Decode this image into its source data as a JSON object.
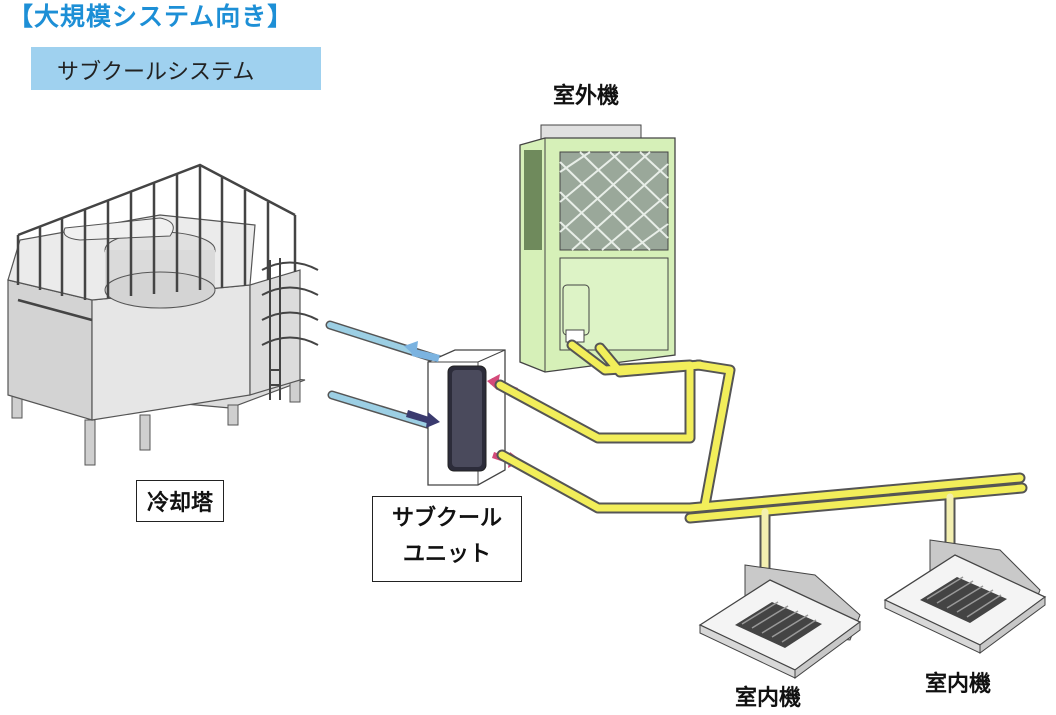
{
  "heading": "【大規模システム向き】",
  "system_name": "サブクールシステム",
  "labels": {
    "outdoor_unit": "室外機",
    "cooling_tower": "冷却塔",
    "subcool_unit_line1": "サブクール",
    "subcool_unit_line2": "ユニット",
    "indoor_unit_1": "室内機",
    "indoor_unit_2": "室内機"
  },
  "colors": {
    "heading": "#1d8fd6",
    "system_box": "#9fd1ef",
    "refrigerant_pipe": "#f2ee5a",
    "outdoor_unit_body": "#d6f0b8",
    "water_pipe": "#9ccfe4",
    "flow_in_arrow": "#3a3a6e",
    "flow_out_arrow": "#7bb3e0",
    "refrigerant_arrow": "#d44a7a"
  }
}
